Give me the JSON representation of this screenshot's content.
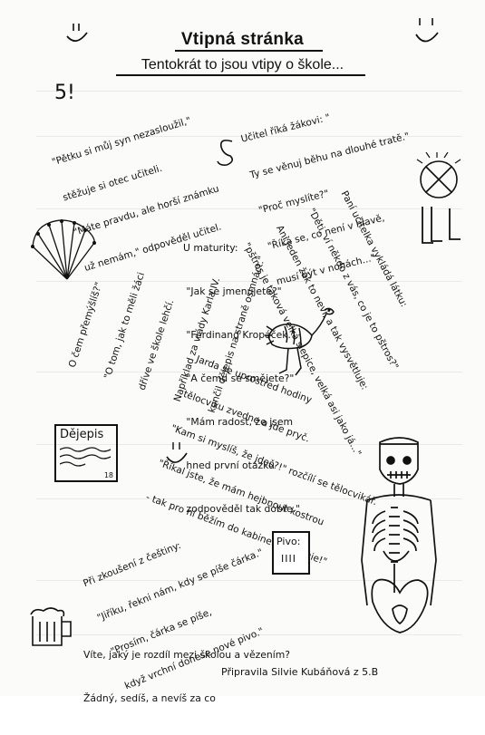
{
  "title": "Vtipná stránka",
  "subtitle": "Tentokrát to jsou vtipy o škole...",
  "five_mark": "5!",
  "jokes": {
    "petka": [
      "\"Pětku si můj syn nezasloužil,\"",
      "stěžuje si otec učiteli.",
      "\"Máte pravdu, ale horší známku",
      "už nemám,\" odpověděl učitel."
    ],
    "beh": [
      "Učitel říká žákovi: \"",
      "Ty se věnuj běhu na dlouhé tratě.\"",
      "\"Proč myslíte?\"",
      "\"Říká se, co není v hlavě,",
      "musí být v nohách...\""
    ],
    "maturita": [
      "U maturity:",
      " \"Jak se jmenujete?\"",
      " \"Ferdinand Kropáček.\"",
      " \"A čemu se smějete?\"",
      " \"Mám radost, že jsem",
      " hned první otázku",
      " zodpověděl tak dobře.\""
    ],
    "karel": [
      "O čem přemýšlíš?\"",
      "\"O tom, jak to měli žáci",
      "dříve ve škole lehčí.",
      "Například za vlády Karla IV.",
      "končil dějepis na straně osmnáct.\""
    ],
    "pstros": [
      "Paní učitelka vykládá látku:",
      "\"Děti, ví někdo z vás, co je to pštros?\"",
      "Ani jeden žák to neví, a tak vysvětluje:",
      "\"pštros je taková velká slepice, velká asi jako já...\""
    ],
    "jarda": [
      "Jarda se uprostřed hodiny",
      "tělocviku zvedne a jde pryč.",
      "\"Kam si myslíš, že jdeš?!\" rozčílí se tělocvikář.",
      "\"Říkal jste, že mám hejbnout kostrou",
      "- tak pro ni běžím do kabinetu biologie!\""
    ],
    "cestina": [
      "Při zkoušení z češtiny:",
      "\"Jiříku, řekni nám, kdy se píše čárka.\"",
      "\"Prosím, čárka se píše,",
      "když vrchní donese nové pivo.\""
    ],
    "vezeni": [
      "Víte, jaký je rozdíl mezi školou a vězením?",
      "Žádný, sedíš, a nevíš za co"
    ]
  },
  "book_label": "Dějepis",
  "book_number": "18",
  "pivo_label": "Pivo:",
  "pivo_tally": "IIII",
  "footer": "Připravila Silvie Kubáňová z 5.B"
}
